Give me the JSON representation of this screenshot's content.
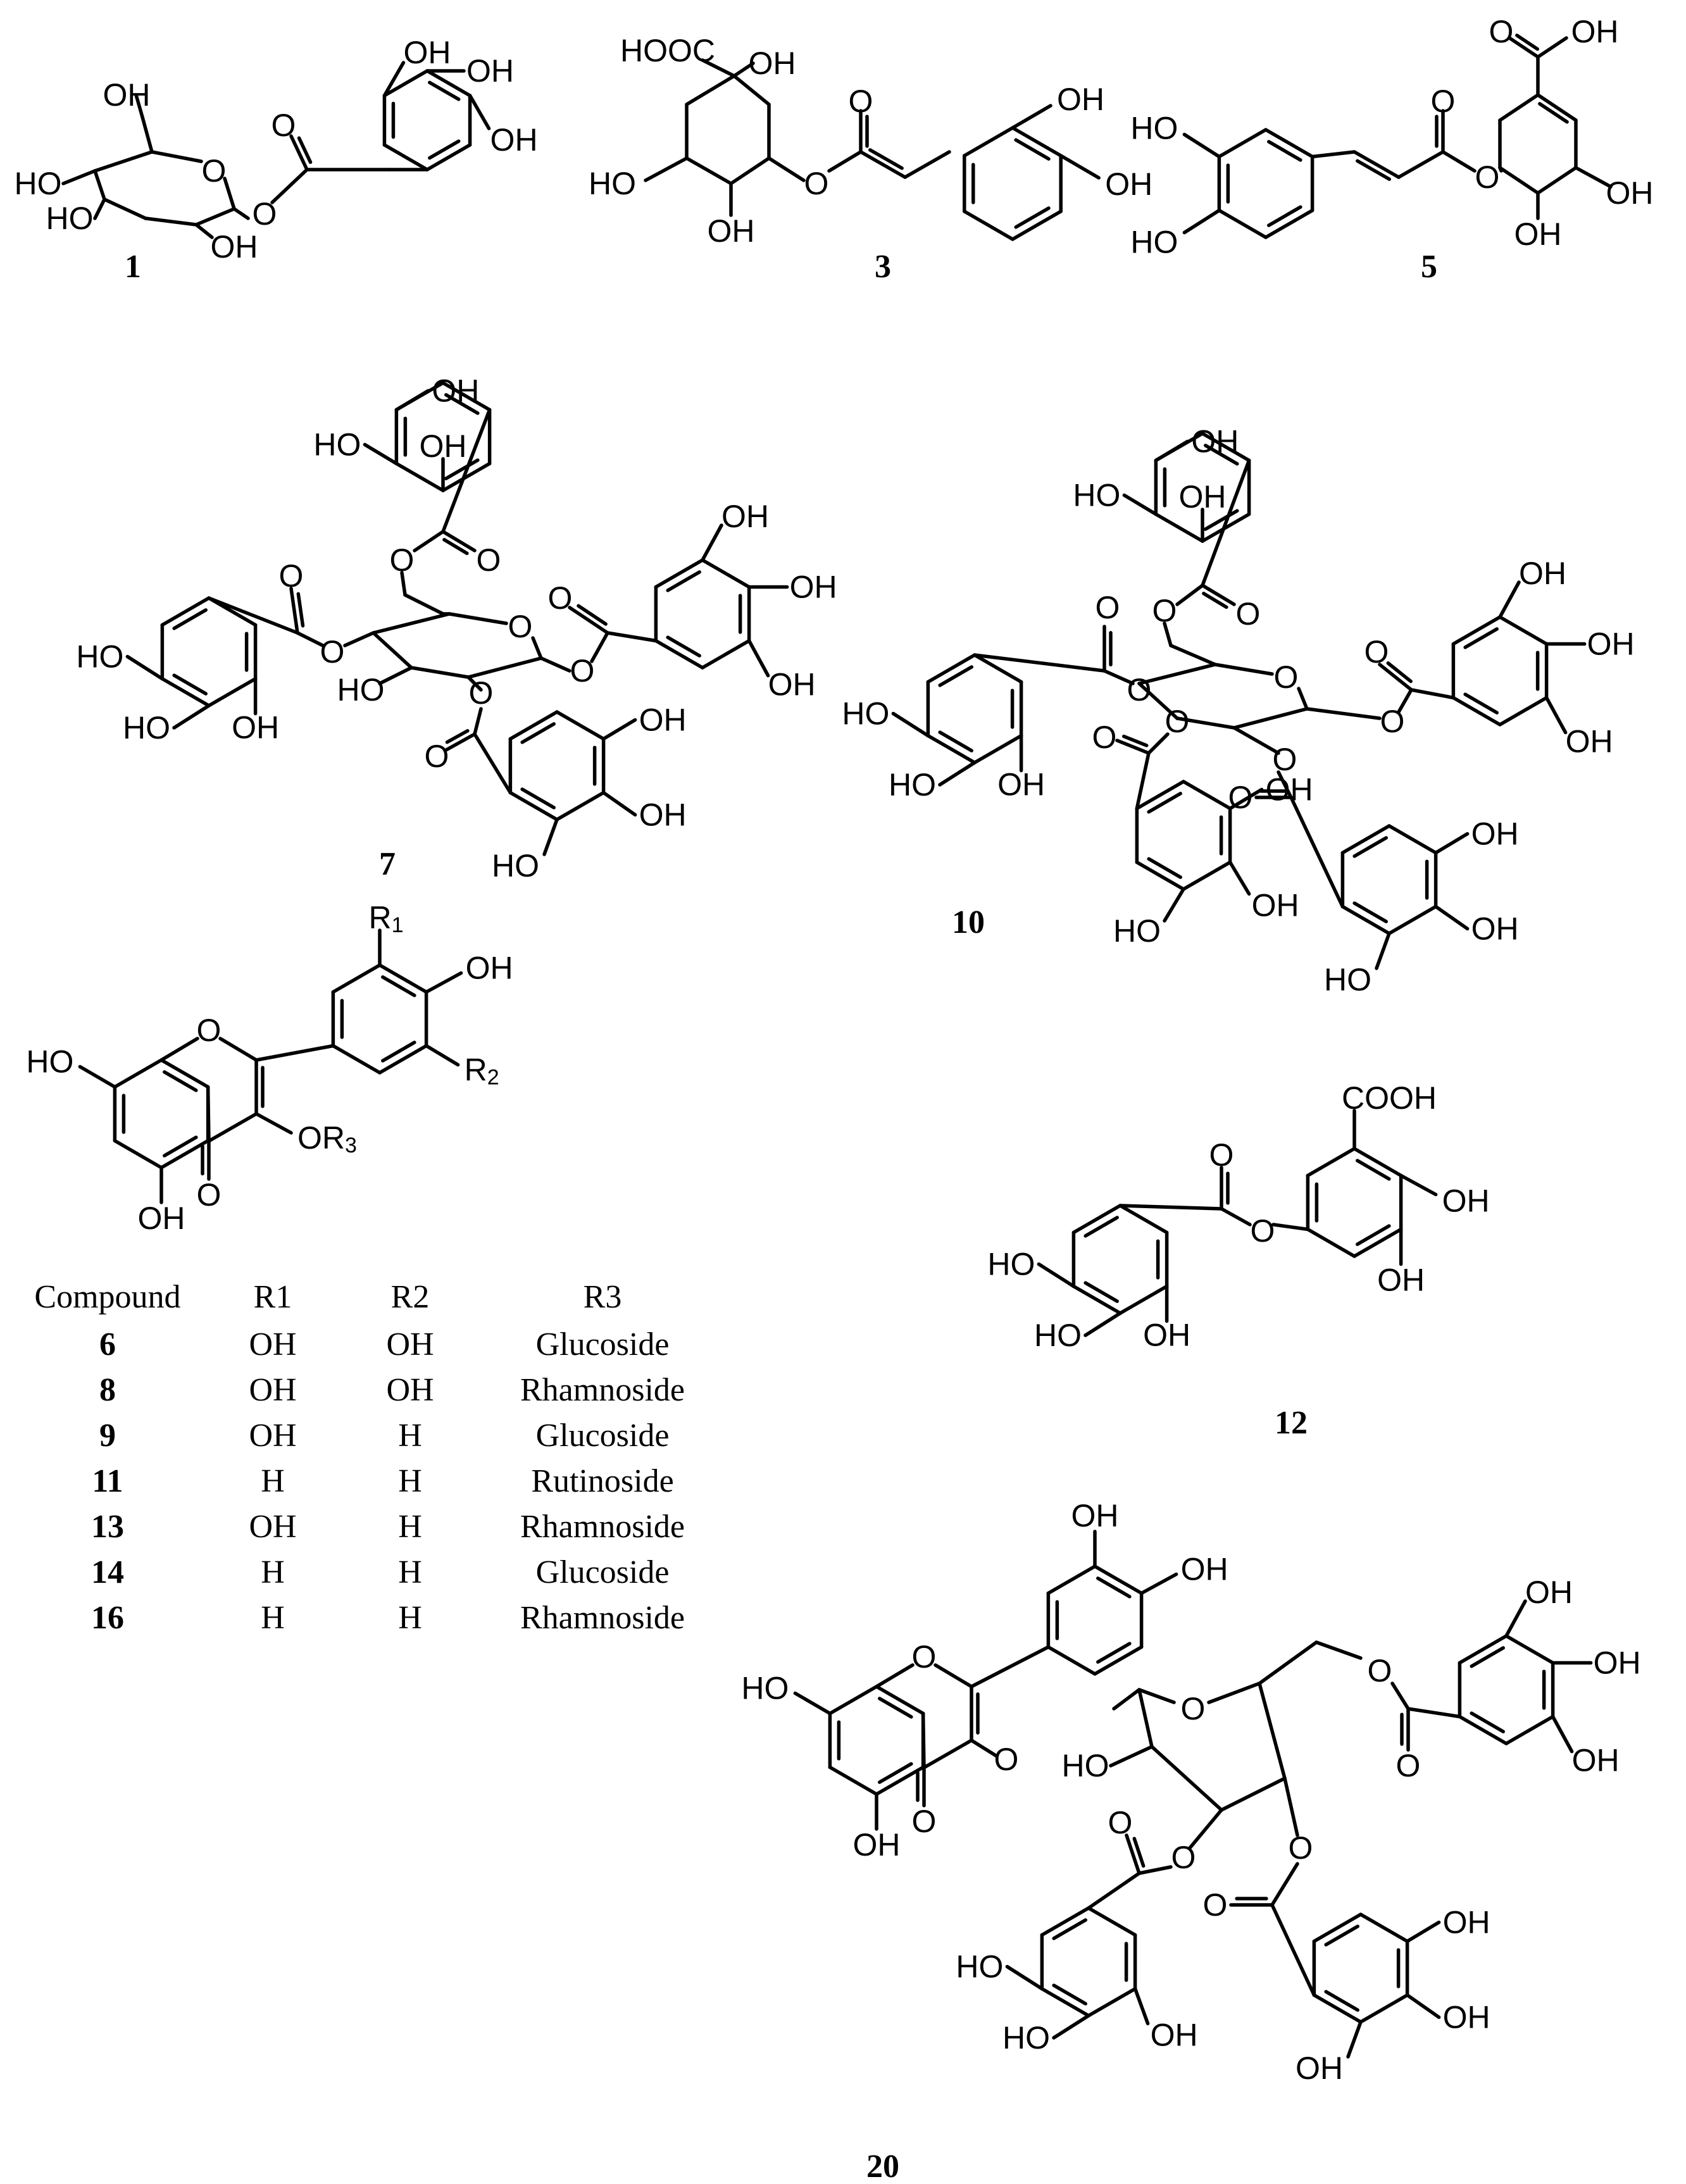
{
  "structures": {
    "s1": {
      "label": "1"
    },
    "s3": {
      "label": "3"
    },
    "s5": {
      "label": "5"
    },
    "s7": {
      "label": "7"
    },
    "s10": {
      "label": "10"
    },
    "s12": {
      "label": "12"
    },
    "s20": {
      "label": "20"
    }
  },
  "table": {
    "headers": [
      "Compound",
      "R1",
      "R2",
      "R3"
    ],
    "rows": [
      {
        "compound": "6",
        "r1": "OH",
        "r2": "OH",
        "r3": "Glucoside"
      },
      {
        "compound": "8",
        "r1": "OH",
        "r2": "OH",
        "r3": "Rhamnoside"
      },
      {
        "compound": "9",
        "r1": "OH",
        "r2": "H",
        "r3": "Glucoside"
      },
      {
        "compound": "11",
        "r1": "H",
        "r2": "H",
        "r3": "Rutinoside"
      },
      {
        "compound": "13",
        "r1": "OH",
        "r2": "H",
        "r3": "Rhamnoside"
      },
      {
        "compound": "14",
        "r1": "H",
        "r2": "H",
        "r3": "Glucoside"
      },
      {
        "compound": "16",
        "r1": "H",
        "r2": "H",
        "r3": "Rhamnoside"
      }
    ]
  }
}
